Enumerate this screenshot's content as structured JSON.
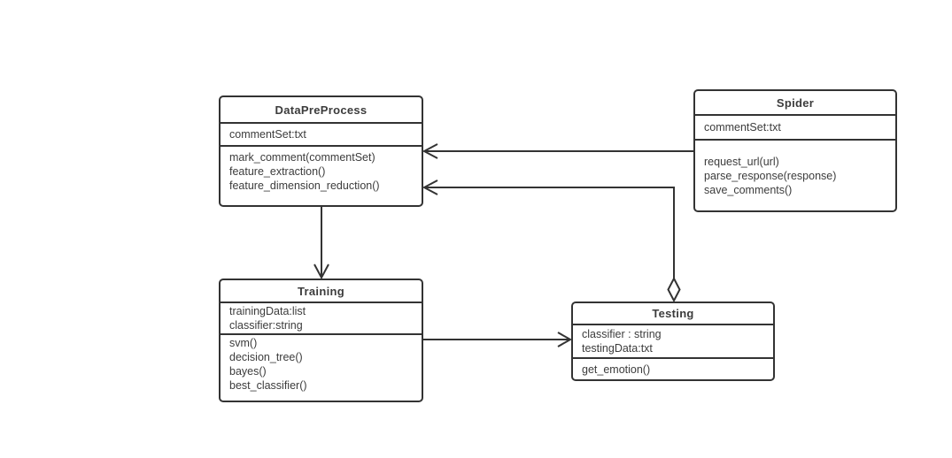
{
  "classes": {
    "data_pre_process": {
      "name": "DataPreProcess",
      "attributes": [
        "commentSet:txt"
      ],
      "methods": [
        "mark_comment(commentSet)",
        "feature_extraction()",
        "feature_dimension_reduction()"
      ]
    },
    "spider": {
      "name": "Spider",
      "attributes": [
        "commentSet:txt"
      ],
      "methods": [
        "request_url(url)",
        "parse_response(response)",
        "save_comments()"
      ]
    },
    "training": {
      "name": "Training",
      "attributes": [
        "trainingData:list",
        "classifier:string"
      ],
      "methods": [
        "svm()",
        "decision_tree()",
        "bayes()",
        "best_classifier()"
      ]
    },
    "testing": {
      "name": "Testing",
      "attributes": [
        "classifier : string",
        "testingData:txt"
      ],
      "methods": [
        "get_emotion()"
      ]
    }
  },
  "relationships": [
    {
      "from": "Spider",
      "to": "DataPreProcess",
      "type": "association-arrow"
    },
    {
      "from": "Testing",
      "to": "DataPreProcess",
      "type": "aggregation-arrow"
    },
    {
      "from": "DataPreProcess",
      "to": "Training",
      "type": "association-arrow"
    },
    {
      "from": "Training",
      "to": "Testing",
      "type": "association-arrow"
    }
  ],
  "colors": {
    "line": "#333333",
    "box_background": "#ffffff",
    "text": "#3c3c3c",
    "page_background": "#ffffff"
  }
}
